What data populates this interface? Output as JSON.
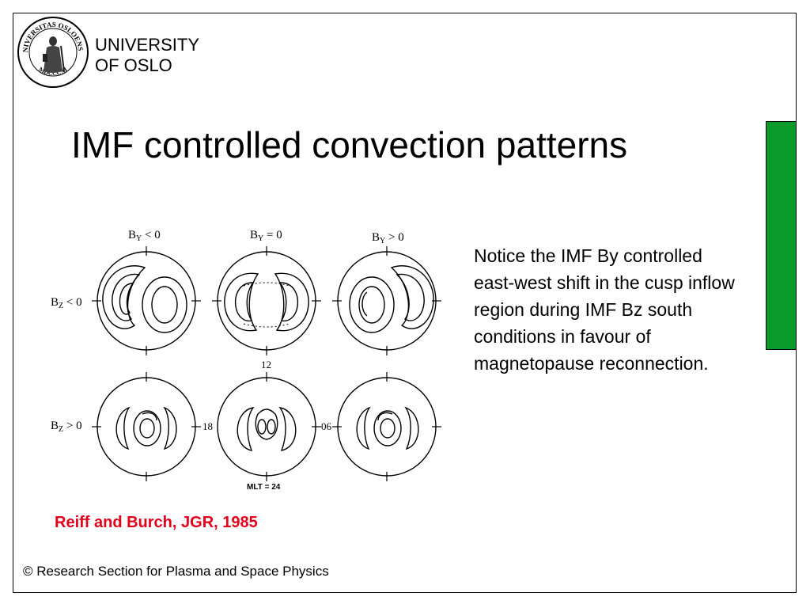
{
  "header": {
    "institution_line1": "UNIVERSITY",
    "institution_line2": "OF OSLO",
    "seal_text_top": "UNIVERSITAS OSLOENSIS",
    "seal_text_bottom": "MDCCCXI",
    "seal_icon": "university-seal-icon"
  },
  "slide": {
    "title": "IMF controlled convection patterns",
    "accent_color": "#0a9a2a",
    "citation_color": "#e3001b"
  },
  "figure": {
    "col_labels": [
      {
        "main": "B",
        "sub": "Y",
        "rest": " < 0"
      },
      {
        "main": "B",
        "sub": "Y",
        "rest": " = 0"
      },
      {
        "main": "B",
        "sub": "Y",
        "rest": " > 0"
      }
    ],
    "row_labels": [
      {
        "main": "B",
        "sub": "Z",
        "rest": " < 0"
      },
      {
        "main": "B",
        "sub": "Z",
        "rest": " > 0"
      }
    ],
    "mlt_top": "12",
    "mlt_left": "18",
    "mlt_right": "06",
    "mlt_bottom": "MLT = 24"
  },
  "notice": {
    "text": "Notice the IMF By controlled east-west shift in the cusp inflow region during IMF Bz south conditions in favour of magnetopause reconnection."
  },
  "citation": "Reiff and Burch, JGR, 1985",
  "footer": "© Research Section for Plasma and Space Physics"
}
